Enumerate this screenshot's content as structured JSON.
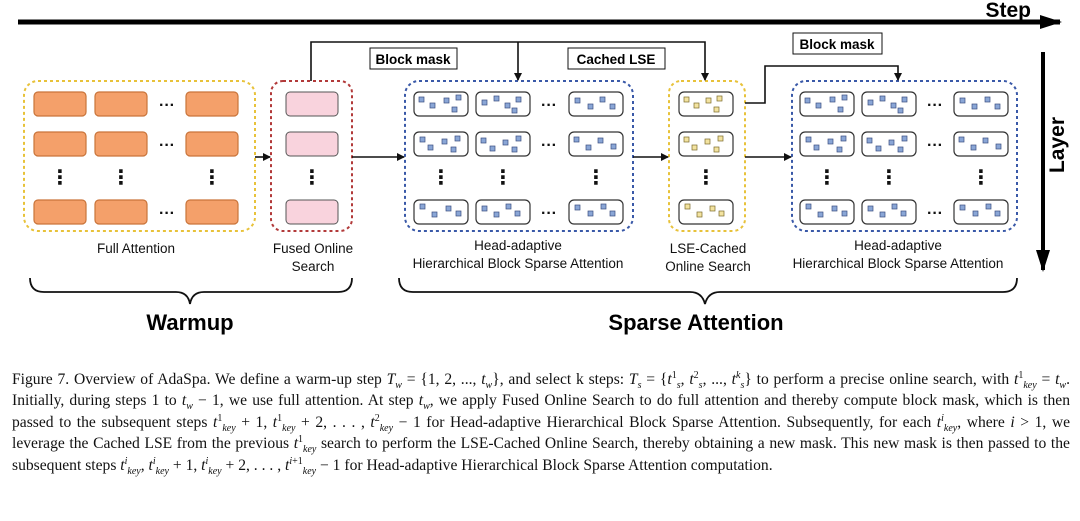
{
  "figure": {
    "axis_step": "Step",
    "axis_layer": "Layer",
    "tags": {
      "block_mask_1": "Block mask",
      "cached_lse": "Cached LSE",
      "block_mask_2": "Block mask"
    },
    "ellipsis": "···",
    "vdots": "⋮",
    "labels": {
      "full_attention": "Full Attention",
      "fused_line1": "Fused Online",
      "fused_line2": "Search",
      "hybsa1_line1": "Head-adaptive",
      "hybsa1_line2": "Hierarchical Block Sparse Attention",
      "lse_line1": "LSE-Cached",
      "lse_line2": "Online Search",
      "hybsa2_line1": "Head-adaptive",
      "hybsa2_line2": "Hierarchical Block Sparse Attention"
    },
    "phases": {
      "warmup": "Warmup",
      "sparse": "Sparse Attention"
    },
    "colors": {
      "full_fill": "#F4A06A",
      "full_stroke": "#C9743A",
      "fused_fill": "#F9D3DD",
      "fused_stroke": "#B5556A",
      "block_blue": "#8AA6D6",
      "block_yellow": "#F3E3A0",
      "border_yellow": "#E8C23A",
      "border_red": "#B23A3A",
      "border_blue": "#3A59A8"
    }
  },
  "caption": {
    "figure_label": "Figure 7.",
    "s1": "Overview of AdaSpa. We define a warm-up step ",
    "s2": ", and select k steps: ",
    "s3": " to perform a precise online search, with ",
    "s4": ". Initially, during steps 1 to ",
    "s5": ", we use full attention. At step ",
    "s6": ", we apply Fused Online Search to do full attention and thereby compute block mask, which is then passed to the subsequent steps ",
    "s7": " for Head-adaptive Hierarchical Block Sparse Attention. Subsequently, for each ",
    "s8": ", where ",
    "s9": ", we leverage the Cached LSE from the previous ",
    "s10": " search to perform the LSE-Cached Online Search, thereby obtaining a new mask. This new mask is then passed to the subsequent steps ",
    "s11": " for Head-adaptive Hierarchical Block Sparse Attention computation."
  }
}
